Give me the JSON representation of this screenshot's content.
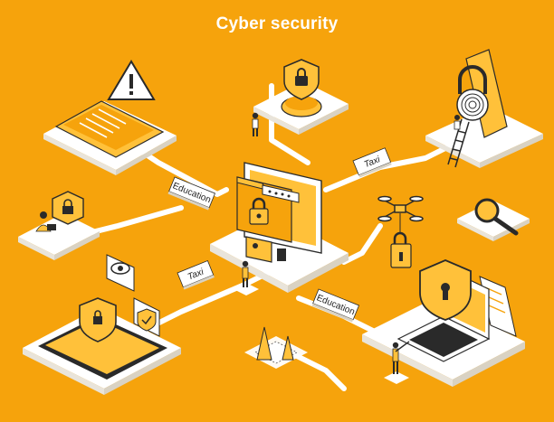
{
  "header": {
    "title": "Cyber security"
  },
  "labels": {
    "education_top": "Education",
    "taxi_top": "Taxi",
    "taxi_left": "Taxi",
    "education_bottom": "Education"
  },
  "colors": {
    "background": "#F6A30C",
    "accent": "#FFB300",
    "dark": "#2A2A2A",
    "platform": "#FFFFFF",
    "platform_side": "#E9E4DA"
  }
}
